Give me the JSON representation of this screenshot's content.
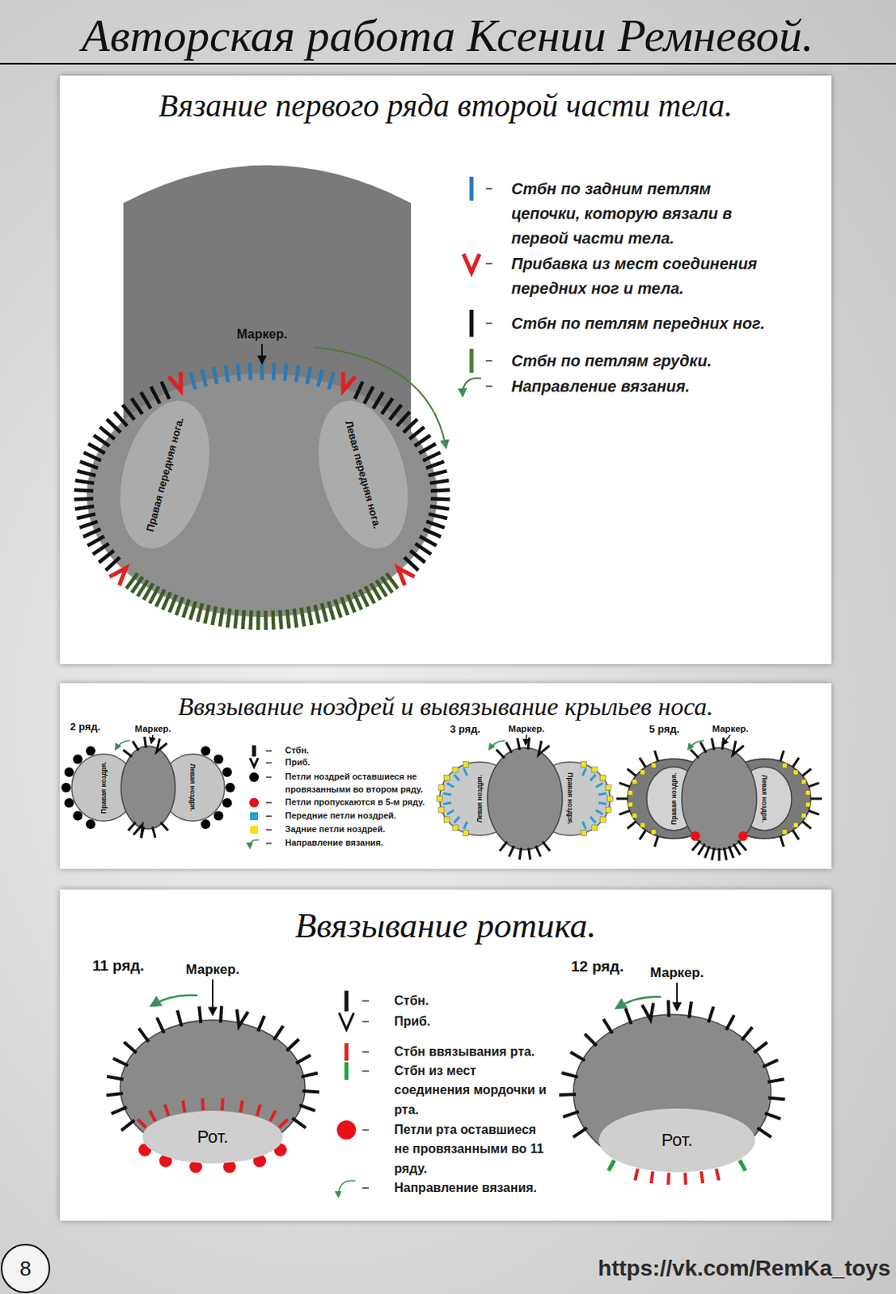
{
  "diagram": {
    "title": "Авторская работа Ксении Ремневой.",
    "nodes": [
      {
        "text": [
          "Вязание первого ряда второй части тела."
        ]
      },
      {
        "text": [
          "Правая передняя нога."
        ],
        "in": 0
      },
      {
        "text": [
          "Левая передняя нога."
        ],
        "in": 0
      },
      {
        "text": [
          "Ввязывание ноздрей и вывязывание крыльев носа."
        ]
      },
      {
        "text": [
          "Правая ноздря."
        ],
        "in": 3
      },
      {
        "text": [
          "Левая ноздря."
        ],
        "in": 3
      },
      {
        "text": [
          "Левая ноздря."
        ],
        "in": 3
      },
      {
        "text": [
          "Правая ноздря."
        ],
        "in": 3
      },
      {
        "text": [
          "Правая ноздря."
        ],
        "in": 3
      },
      {
        "text": [
          "Левая ноздря."
        ],
        "in": 3
      },
      {
        "text": [
          "Ввязывание ротика."
        ]
      },
      {
        "text": [
          "Рот."
        ],
        "in": 10
      },
      {
        "text": [
          "Рот."
        ],
        "in": 10
      }
    ],
    "labels": [
      "Маркер.",
      "2 ряд.",
      "Маркер.",
      "3 ряд.",
      "Маркер.",
      "5 ряд.",
      "Маркер.",
      "11 ряд.",
      "Маркер.",
      "12 ряд.",
      "Маркер.",
      "8",
      "https://vk.com/RemKa_toys"
    ],
    "legend": [
      {
        "text": "Стбн по задним петлям цепочки, которую вязали в первой части тела."
      },
      {
        "text": "Прибавка из мест соединения передних ног и тела."
      },
      {
        "text": "Стбн по петлям передних ног."
      },
      {
        "text": "Стбн по петлям грудки."
      },
      {
        "text": "Направление вязания."
      },
      {
        "text": "Стбн."
      },
      {
        "text": "Приб."
      },
      {
        "text": "Петли ноздрей оставшиеся не провязанными во втором ряду.",
        "color": "#000000"
      },
      {
        "text": "Петли пропускаются в 5-м ряду.",
        "color": "#e8101a"
      },
      {
        "text": "Передние петли ноздрей.",
        "color": "#2a9fd6"
      },
      {
        "text": "Задние петли ноздрей.",
        "color": "#f2e31b"
      },
      {
        "text": "Направление вязания."
      },
      {
        "text": "Стбн."
      },
      {
        "text": "Приб."
      },
      {
        "text": "Стбн ввязывания рта."
      },
      {
        "text": "Стбн из мест соединения мордочки и рта."
      },
      {
        "text": "Петли рта оставшиеся не провязанными во 11 ряду.",
        "color": "#e8101a"
      },
      {
        "text": "Направление вязания."
      }
    ]
  }
}
